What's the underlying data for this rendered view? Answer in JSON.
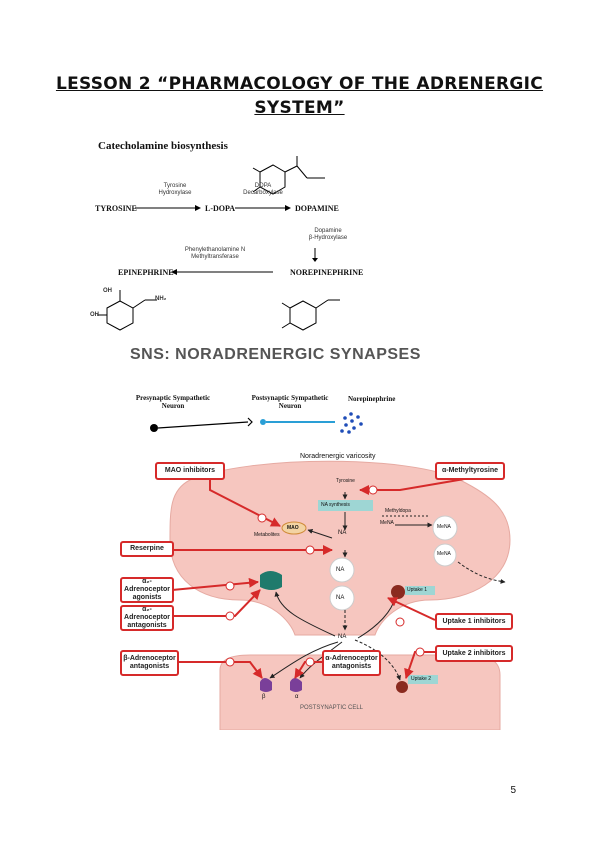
{
  "header": {
    "title_line1": "LESSON 2 “PHARMACOLOGY OF THE ADRENERGIC",
    "title_line2": "SYSTEM”"
  },
  "biosynthesis": {
    "heading": "Catecholamine biosynthesis",
    "tyrosine": "TYROSINE",
    "ldopa": "L-DOPA",
    "dopamine": "DOPAMINE",
    "norepinephrine": "NOREPINEPHRINE",
    "epinephrine": "EPINEPHRINE",
    "enzyme_th_1": "Tyrosine",
    "enzyme_th_2": "Hydroxylase",
    "enzyme_ddc_1": "DOPA",
    "enzyme_ddc_2": "Decarboxylase",
    "enzyme_dbh_1": "Dopamine",
    "enzyme_dbh_2": "β-Hydroxylase",
    "enzyme_pnmt_1": "Phenylethanolamine N",
    "enzyme_pnmt_2": "Methyltransferase",
    "oh1": "OH",
    "oh2": "OH",
    "nh2": "NH₂"
  },
  "sns": {
    "title": "SNS: NORADRENERGIC SYNAPSES",
    "pre_neuron_1": "Presynaptic Sympathetic",
    "pre_neuron_2": "Neuron",
    "post_neuron_1": "Postsynaptic Sympathetic",
    "post_neuron_2": "Neuron",
    "norepinephrine": "Norepinephrine"
  },
  "synapse": {
    "varicosity": "Noradrenergic varicosity",
    "tyrosine": "Tyrosine",
    "na_synthesis": "NA synthesis",
    "methyldopa": "Methyldopa",
    "mena_arrow": "MeNA",
    "mena1": "MeNA",
    "mena2": "MeNA",
    "mac": "MAO",
    "metabolites": "Metabolites",
    "na1": "NA",
    "na2": "NA",
    "na3": "NA",
    "na4": "NA",
    "uptake1": "Uptake 1",
    "uptake2": "Uptake 2",
    "postsynaptic_cell": "POSTSYNAPTIC CELL",
    "beta": "β",
    "alpha": "α",
    "mao_inhibitors": "MAO inhibitors",
    "methyltyrosine": "α-Methyltyrosine",
    "reserpine": "Reserpine",
    "a2_agonists_1": "α₂-Adrenoceptor",
    "a2_agonists_2": "agonists",
    "a2_antagonists_1": "α₂-Adrenoceptor",
    "a2_antagonists_2": "antagonists",
    "uptake1_inhibitors": "Uptake 1 inhibitors",
    "uptake2_inhibitors": "Uptake 2 inhibitors",
    "beta_antagonists_1": "β-Adrenoceptor",
    "beta_antagonists_2": "antagonists",
    "alpha_antagonists_1": "α-Adrenoceptor",
    "alpha_antagonists_2": "antagonists"
  },
  "footer": {
    "page_number": "5"
  }
}
